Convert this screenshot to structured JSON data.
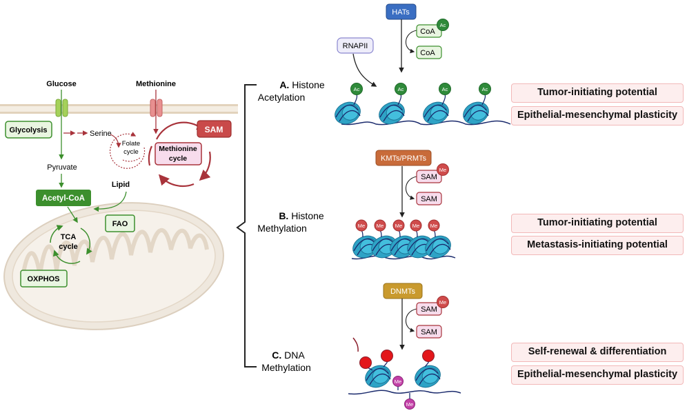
{
  "metabolism": {
    "glucose": "Glucose",
    "methionine": "Methionine",
    "glycolysis": "Glycolysis",
    "serine": "Serine",
    "folate_cycle": [
      "Folate",
      "cycle"
    ],
    "sam": "SAM",
    "methionine_cycle": [
      "Methionine",
      "cycle"
    ],
    "pyruvate": "Pyruvate",
    "lipid": "Lipid",
    "acetyl_coa": "Acetyl-CoA",
    "fao": "FAO",
    "tca_cycle": [
      "TCA",
      "cycle"
    ],
    "oxphos": "OXPHOS"
  },
  "sections": [
    {
      "letter": "A.",
      "title_line1": "Histone",
      "title_line2": "Acetylation"
    },
    {
      "letter": "B.",
      "title_line1": "Histone",
      "title_line2": "Methylation"
    },
    {
      "letter": "C.",
      "title_line1": "DNA",
      "title_line2": "Methylation"
    }
  ],
  "acetylation": {
    "enzyme": "HATs",
    "donor": "CoA",
    "mark": "Ac",
    "polymerase": "RNAPII"
  },
  "histone_methylation": {
    "enzyme": "KMTs/PRMTs",
    "donor": "SAM",
    "mark": "Me"
  },
  "dna_methylation": {
    "enzyme": "DNMTs",
    "donor": "SAM",
    "mark": "Me"
  },
  "effects": {
    "a": [
      "Tumor-initiating potential",
      "Epithelial-mesenchymal plasticity"
    ],
    "b": [
      "Tumor-initiating potential",
      "Metastasis-initiating potential"
    ],
    "c": [
      "Self-renewal & differentiation",
      "Epithelial-mesenchymal plasticity"
    ]
  },
  "colors": {
    "green": "#3c8f2d",
    "green_fill": "#e9f5e1",
    "maroon": "#a8333b",
    "sam_red": "#c94a4a",
    "pink_fill": "#f7dcec",
    "nucleosome": "#2ea3c6",
    "hats_blue": "#3a6ec2",
    "kmt_orange": "#c86b3a",
    "dnmt_gold": "#c99a2e",
    "effect_fill": "#fdeeee"
  }
}
